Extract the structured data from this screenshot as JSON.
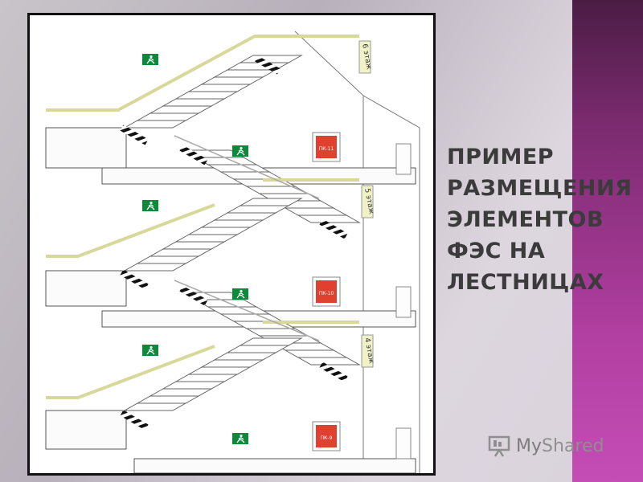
{
  "title": {
    "lines": [
      "ПРИМЕР",
      "РАЗМЕЩЕНИЯ",
      "ЭЛЕМЕНТОВ",
      "ФЭС НА",
      "ЛЕСТНИЦАХ"
    ]
  },
  "diagram": {
    "floor_signs": [
      "6 этаж",
      "5 этаж",
      "4 этаж"
    ],
    "hydrant_cabinets": [
      "ПК-11",
      "ПК-10",
      "ПК-9"
    ],
    "exit_sign_icon": "running-man-exit-icon",
    "colors": {
      "exit_sign": "#0b8a3a",
      "hydrant": "#d4281f",
      "photoluminescent": "#f0f0b0",
      "hazard_stripe": "#111111"
    }
  },
  "watermark": {
    "brand_prefix": "My",
    "brand_suffix": "Shared"
  }
}
